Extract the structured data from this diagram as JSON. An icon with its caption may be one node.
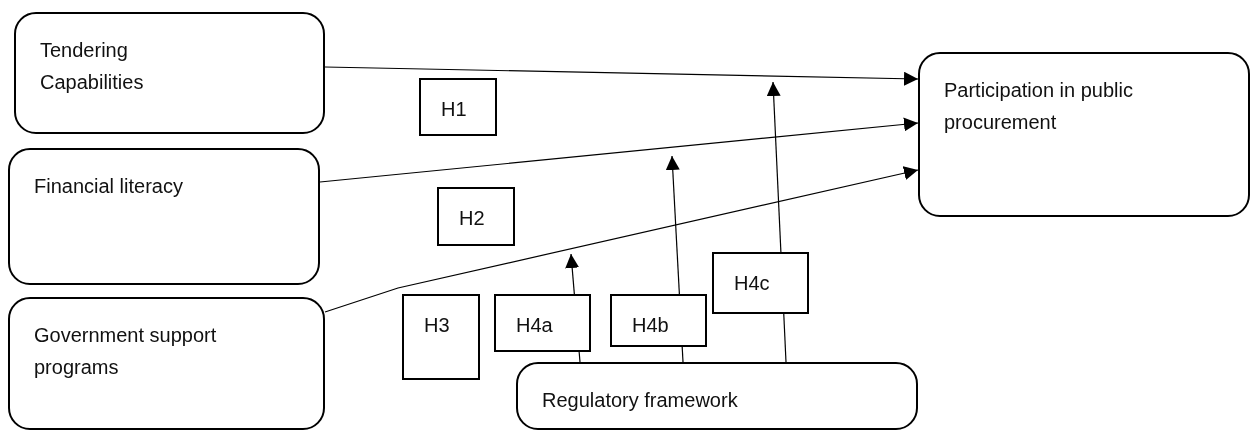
{
  "diagram": {
    "nodes": [
      {
        "text": [
          "Tendering Capabilities"
        ]
      },
      {
        "text": [
          "Financial literacy"
        ]
      },
      {
        "text": [
          "Government support programs"
        ]
      },
      {
        "text": [
          "Participation in public procurement"
        ]
      },
      {
        "text": [
          "Regulatory framework"
        ]
      },
      {
        "text": [
          "H1"
        ]
      },
      {
        "text": [
          "H2"
        ]
      },
      {
        "text": [
          "H3"
        ]
      },
      {
        "text": [
          "H4a"
        ]
      },
      {
        "text": [
          "H4b"
        ]
      },
      {
        "text": [
          "H4c"
        ]
      }
    ],
    "edges": [
      {
        "from": 0,
        "to": 3,
        "arrow": "to"
      },
      {
        "from": 1,
        "to": 3,
        "arrow": "to"
      },
      {
        "from": 2,
        "to": 3,
        "arrow": "to"
      },
      {
        "from": 4,
        "to": null,
        "arrow": "to"
      },
      {
        "from": 4,
        "to": null,
        "arrow": "to"
      },
      {
        "from": 4,
        "to": null,
        "arrow": "to"
      }
    ]
  }
}
